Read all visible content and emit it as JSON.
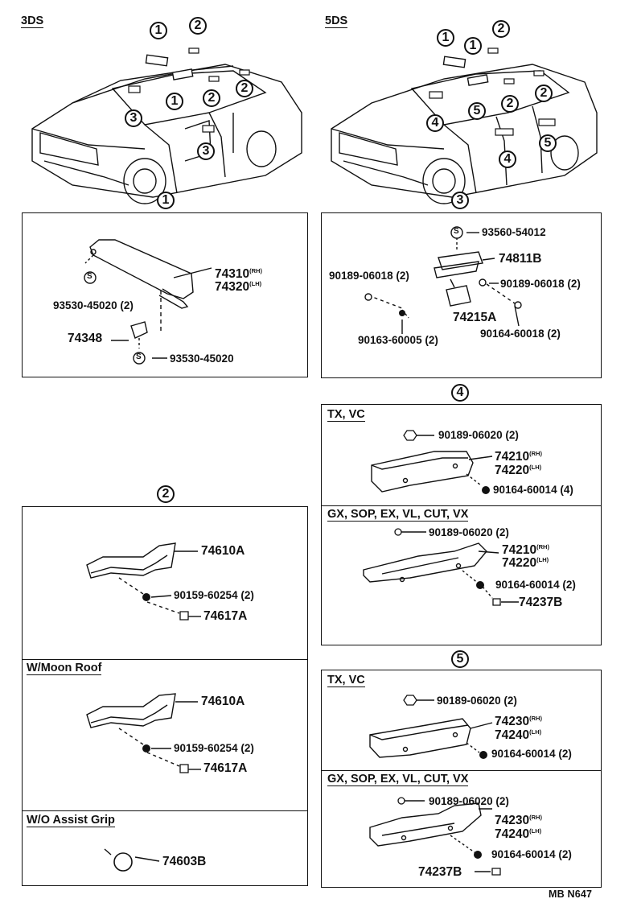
{
  "header": {
    "left_model": "3DS",
    "right_model": "5DS"
  },
  "overview": {
    "callouts_3ds": [
      "1",
      "1",
      "2",
      "2",
      "2",
      "3",
      "3"
    ],
    "callouts_5ds": [
      "1",
      "1",
      "2",
      "2",
      "2",
      "4",
      "5",
      "4",
      "5"
    ]
  },
  "group1": {
    "key": "1",
    "parts": {
      "sunvisor_rh": "74310",
      "sunvisor_rh_sub": "(RH)",
      "sunvisor_lh": "74320",
      "sunvisor_lh_sub": "(LH)",
      "screw_top": "93530-45020 (2)",
      "holder": "74348",
      "screw_bottom": "93530-45020",
      "s_mark": "S"
    }
  },
  "group3": {
    "key": "3",
    "parts": {
      "screw_s": "93560-54012",
      "s_mark": "S",
      "lamp": "74811B",
      "nut_left": "90189-06018 (2)",
      "nut_right": "90189-06018 (2)",
      "bracket": "74215A",
      "bolt_left": "90163-60005 (2)",
      "bolt_right": "90164-60018 (2)"
    }
  },
  "group4": {
    "key": "4",
    "section_a": {
      "label": "TX, VC",
      "nut": "90189-06020 (2)",
      "arm_rh": "74210",
      "arm_rh_sub": "(RH)",
      "arm_lh": "74220",
      "arm_lh_sub": "(LH)",
      "screw": "90164-60014 (4)"
    },
    "section_b": {
      "label": "GX, SOP, EX, VL, CUT, VX",
      "nut": "90189-06020 (2)",
      "arm_rh": "74210",
      "arm_rh_sub": "(RH)",
      "arm_lh": "74220",
      "arm_lh_sub": "(LH)",
      "screw": "90164-60014 (2)",
      "cap": "74237B"
    }
  },
  "group2": {
    "key": "2",
    "section_a": {
      "grip": "74610A",
      "screw": "90159-60254 (2)",
      "cover": "74617A"
    },
    "section_b": {
      "label": "W/Moon Roof",
      "grip": "74610A",
      "screw": "90159-60254 (2)",
      "cover": "74617A"
    },
    "section_c": {
      "label": "W/O Assist Grip",
      "plug": "74603B"
    }
  },
  "group5": {
    "key": "5",
    "section_a": {
      "label": "TX, VC",
      "nut": "90189-06020 (2)",
      "arm_rh": "74230",
      "arm_rh_sub": "(RH)",
      "arm_lh": "74240",
      "arm_lh_sub": "(LH)",
      "screw": "90164-60014 (2)"
    },
    "section_b": {
      "label": "GX, SOP, EX, VL, CUT, VX",
      "nut": "90189-06020 (2)",
      "arm_rh": "74230",
      "arm_rh_sub": "(RH)",
      "arm_lh": "74240",
      "arm_lh_sub": "(LH)",
      "screw": "90164-60014 (2)",
      "cap": "74237B"
    }
  },
  "footer": {
    "code": "MB N647"
  }
}
